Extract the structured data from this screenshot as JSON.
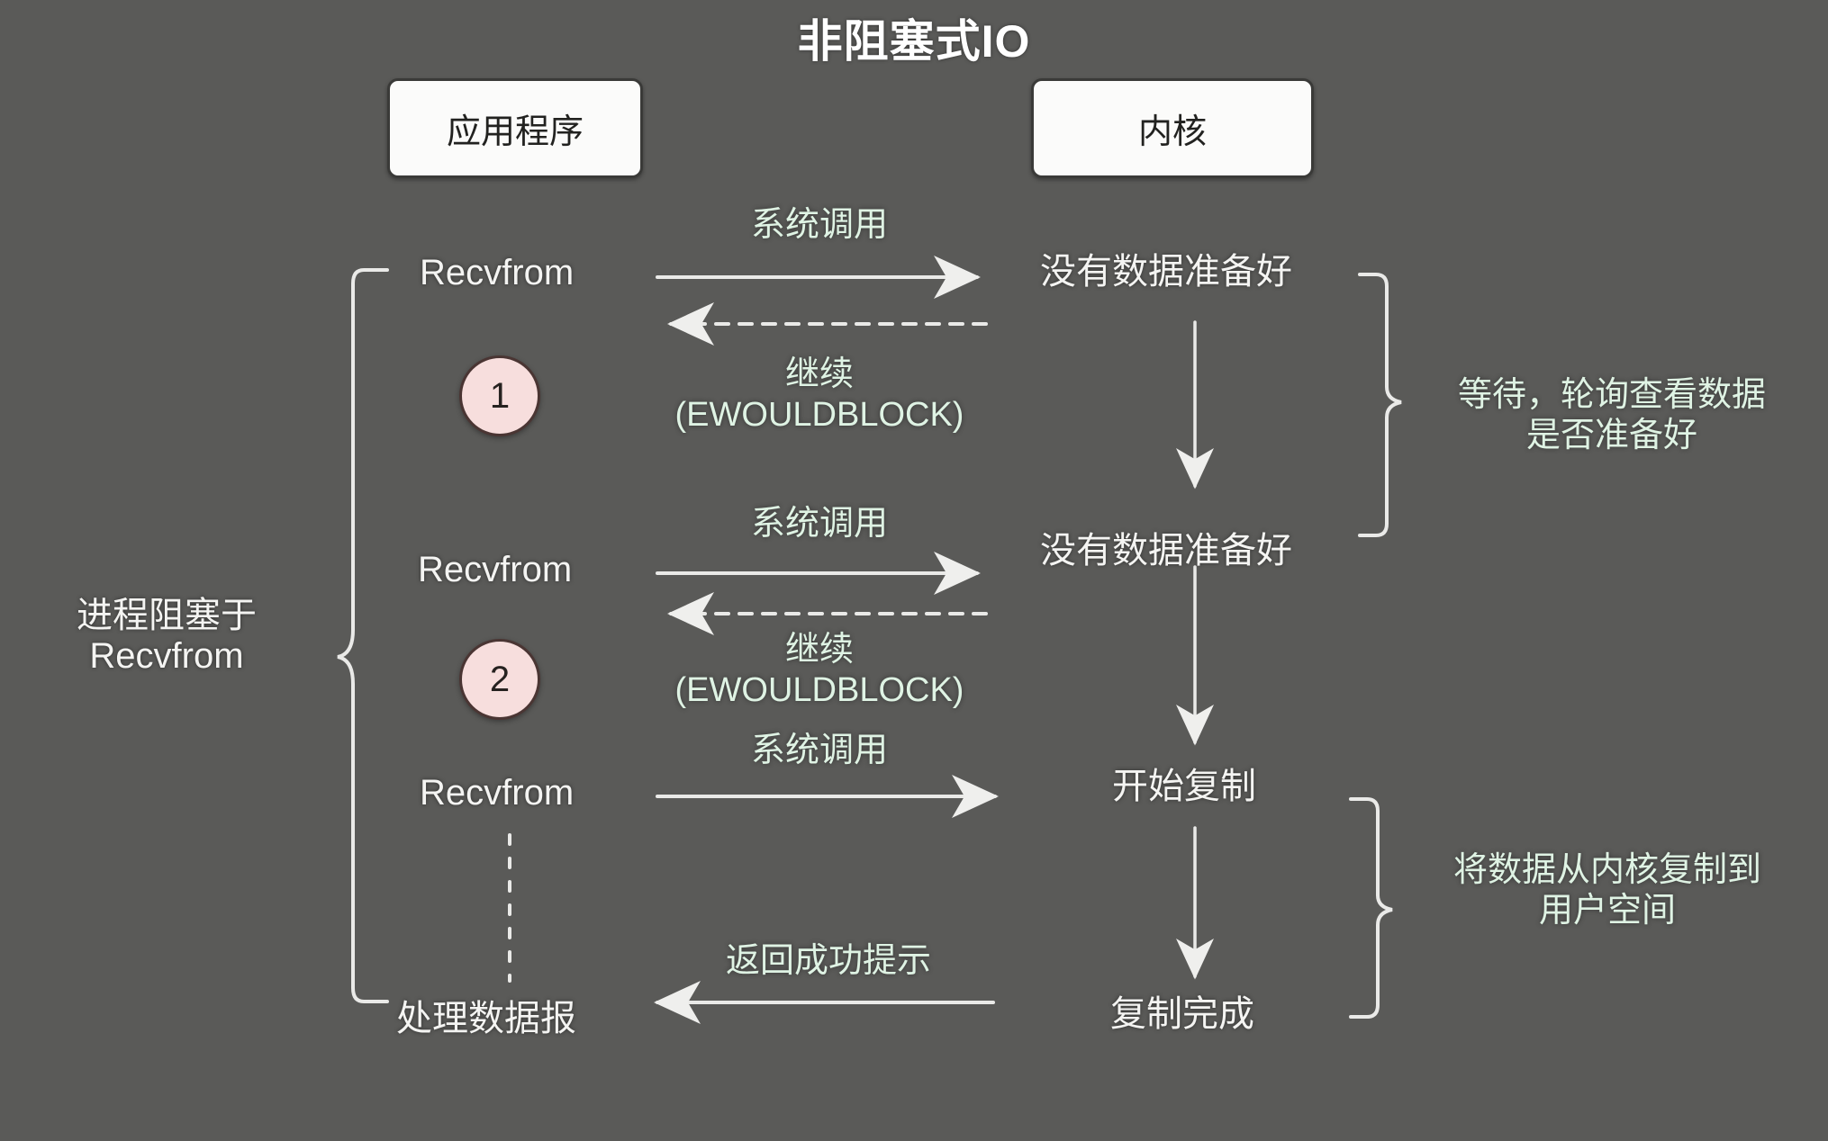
{
  "title": "非阻塞式IO",
  "colors": {
    "background": "#5a5a58",
    "white_text": "#f4f4f2",
    "mint_text": "#dff3e4",
    "circle_fill": "#f7dedd",
    "circle_border": "#4a3533",
    "box_fill": "#fbfbfa",
    "box_text": "#222220",
    "line": "#e8e8e6"
  },
  "columns": {
    "app_box_label": "应用程序",
    "kernel_box_label": "内核"
  },
  "left_annotation": {
    "line1": "进程阻塞于",
    "line2": "Recvfrom"
  },
  "app_steps": [
    {
      "label": "Recvfrom"
    },
    {
      "label": "Recvfrom"
    },
    {
      "label": "Recvfrom"
    },
    {
      "label": "处理数据报"
    }
  ],
  "badges": [
    {
      "number": "1"
    },
    {
      "number": "2"
    }
  ],
  "arrow_labels": {
    "syscall_1": "系统调用",
    "syscall_2": "系统调用",
    "syscall_3": "系统调用",
    "continue_1_line1": "继续",
    "continue_1_line2": "(EWOULDBLOCK)",
    "continue_2_line1": "继续",
    "continue_2_line2": "(EWOULDBLOCK)",
    "return_success": "返回成功提示"
  },
  "kernel_steps": [
    {
      "label": "没有数据准备好"
    },
    {
      "label": "没有数据准备好"
    },
    {
      "label": "开始复制"
    },
    {
      "label": "复制完成"
    }
  ],
  "right_annotations": [
    {
      "line1": "等待，轮询查看数据",
      "line2": "是否准备好"
    },
    {
      "line1": "将数据从内核复制到",
      "line2": "用户空间"
    }
  ]
}
